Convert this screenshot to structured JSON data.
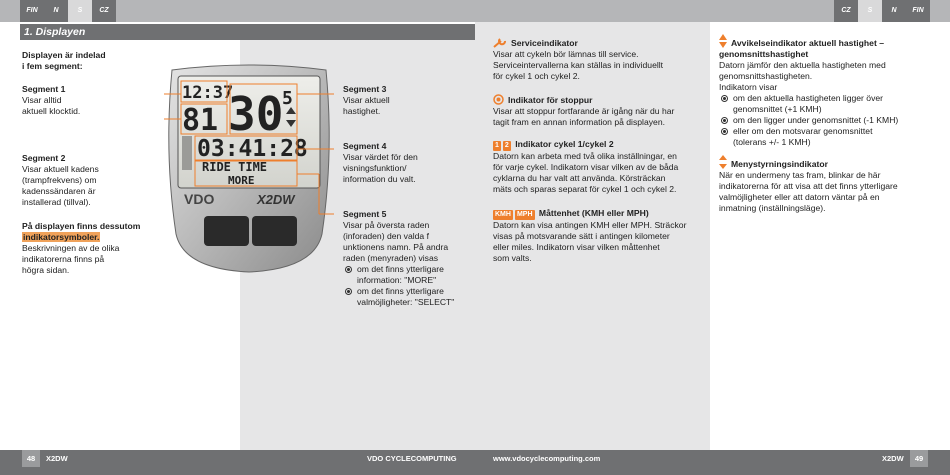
{
  "tabs_left": [
    "FIN",
    "N",
    "S",
    "CZ"
  ],
  "tabs_right": [
    "CZ",
    "S",
    "N",
    "FIN"
  ],
  "section_title": "1. Displayen",
  "left_col": {
    "intro_line1": "Displayen är indelad",
    "intro_line2": "i fem segment:",
    "seg1_title": "Segment 1",
    "seg1_l1": "Visar alltid",
    "seg1_l2": "aktuell klocktid.",
    "seg2_title": "Segment 2",
    "seg2_l1": "Visar aktuell kadens",
    "seg2_l2": "(trampfrekvens) om",
    "seg2_l3": "kadenssändaren är",
    "seg2_l4": "installerad (tillval).",
    "extra_l1": "På displayen finns dessutom",
    "extra_hl": "indikatorsymboler.",
    "extra_l2": "Beskrivningen av de olika",
    "extra_l3": "indikatorerna finns på",
    "extra_l4": "högra sidan."
  },
  "device": {
    "clock": "12:37",
    "cadence": "81",
    "speed": "30",
    "speed_small": "5",
    "time": "03:41:28",
    "menu1": "RIDE TIME",
    "menu2": "MORE",
    "brand": "VDO",
    "model": "X2DW"
  },
  "mid_col": {
    "seg3_title": "Segment 3",
    "seg3_l1": "Visar aktuell",
    "seg3_l2": "hastighet.",
    "seg4_title": "Segment 4",
    "seg4_l1": "Visar värdet för den",
    "seg4_l2": "visningsfunktion/",
    "seg4_l3": "information du valt.",
    "seg5_title": "Segment 5",
    "seg5_l1": "Visar på översta raden",
    "seg5_l2": "(inforaden) den valda f",
    "seg5_l3": "unktionens namn. På andra",
    "seg5_l4": "raden (menyraden) visas",
    "seg5_b1a": "om det finns ytterligare",
    "seg5_b1b": "information: \"MORE\"",
    "seg5_b2a": "om det finns ytterligare",
    "seg5_b2b": "valmöjligheter: \"SELECT\""
  },
  "right_col": {
    "svc_title": "Serviceindikator",
    "svc_l1": "Visar att cykeln bör lämnas till service.",
    "svc_l2": "Serviceintervallerna kan ställas in individuellt",
    "svc_l3": "för cykel 1 och cykel 2.",
    "stop_title": "Indikator för stoppur",
    "stop_l1": "Visar att stoppur fortfarande är igång när du har",
    "stop_l2": "tagit fram en annan information på displayen.",
    "cyc_badge1": "1",
    "cyc_badge2": "2",
    "cyc_title": "Indikator cykel 1/cykel 2",
    "cyc_l1": "Datorn kan arbeta med två olika inställningar, en",
    "cyc_l2": "för varje cykel. Indikatorn visar vilken av de båda",
    "cyc_l3": "cyklarna du har valt att använda. Körsträckan",
    "cyc_l4": "mäts och sparas separat för cykel 1 och cykel 2.",
    "unit_badge1": "KMH",
    "unit_badge2": "MPH",
    "unit_title": "Måttenhet (KMH eller MPH)",
    "unit_l1": "Datorn kan visa antingen KMH eller MPH. Sträckor",
    "unit_l2": "visas på motsvarande sätt i antingen kilometer",
    "unit_l3": "eller miles. Indikatorn visar vilken måttenhet",
    "unit_l4": "som valts."
  },
  "far_right": {
    "dev_title1": "Avvikelseindikator aktuell hastighet –",
    "dev_title2": "genomsnittshastighet",
    "dev_l1": "Datorn jämför den aktuella hastigheten med",
    "dev_l2": "genomsnittshastigheten.",
    "dev_l3": "Indikatorn visar",
    "dev_b1a": "om den aktuella hastigheten ligger över",
    "dev_b1b": "genomsnittet (+1 KMH)",
    "dev_b2": "om den ligger under genomsnittet (-1 KMH)",
    "dev_b3a": "eller om den motsvarar genomsnittet",
    "dev_b3b": "(tolerans +/- 1 KMH)",
    "menu_title": "Menystyrningsindikator",
    "menu_l1": "När en undermeny tas fram, blinkar de här",
    "menu_l2": "indikatorerna för att visa att det finns ytterligare",
    "menu_l3": "valmöjligheter eller att datorn väntar på en",
    "menu_l4": "inmatning (inställningsläge)."
  },
  "footer": {
    "page_left": "48",
    "model_left": "X2DW",
    "brand": "VDO CYCLECOMPUTING",
    "url": "www.vdocyclecomputing.com",
    "model_right": "X2DW",
    "page_right": "49"
  },
  "colors": {
    "accent": "#ee7f2d",
    "header": "#6f7072",
    "panel": "#e6e6e7"
  }
}
